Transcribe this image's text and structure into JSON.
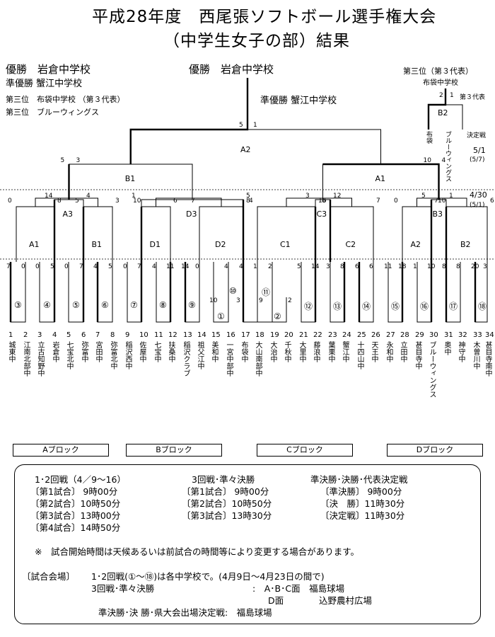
{
  "title": {
    "line1": "平成28年度　西尾張ソフトボール選手権大会",
    "line2": "（中学生女子の部）結果"
  },
  "results": {
    "winner": "優勝　岩倉中学校",
    "runner_up": "準優勝 蟹江中学校",
    "third1": "第三位　布袋中学校 （第３代表）",
    "third2": "第三位　ブルーウィングス",
    "winner_center": "優勝　岩倉中学校",
    "runner_up_center": "準優勝 蟹江中学校"
  },
  "third_place": {
    "title": "第三位（第３代表）",
    "school": "布袋中学校",
    "score_left": "2",
    "score_right": "1",
    "label": "第３代表",
    "label2": "決定戦",
    "match": "B2",
    "team_a": "布袋",
    "team_b": "ブルーウィングス"
  },
  "dates": {
    "d1": "5/1",
    "d1b": "(5/7)",
    "d2": "4/30",
    "d2b": "(5/1)"
  },
  "bracket": {
    "final": {
      "label": "A2",
      "s_left": "5",
      "s_right": "1"
    },
    "semi_left": {
      "label": "B1",
      "s_left": "5",
      "s_right": "3"
    },
    "semi_right": {
      "label": "A1",
      "s_left": "10",
      "s_right": "4"
    },
    "qf": [
      {
        "label": "A3",
        "s_left": "14",
        "s_right": "4"
      },
      {
        "label": "D3",
        "s_left": "1",
        "s_right": "5"
      },
      {
        "label": "C3",
        "s_left": "3",
        "s_right": "12"
      },
      {
        "label": "B3",
        "s_left": "5",
        "s_right": "1"
      }
    ],
    "r3": [
      {
        "label": "A1",
        "s_left": "0",
        "s_right": "8"
      },
      {
        "label": "B1",
        "s_left": "5",
        "s_right": "3"
      },
      {
        "label": "D1",
        "s_left": "10",
        "s_right": "6"
      },
      {
        "label": "D2",
        "s_left": "7",
        "s_right": "8"
      },
      {
        "label": "C1",
        "s_left": "4",
        "s_right": "16"
      },
      {
        "label": "C2",
        "s_left": "8",
        "s_right": "7"
      },
      {
        "label": "A2",
        "s_left": "0",
        "s_right": "7"
      },
      {
        "label": "B2",
        "s_left": "10",
        "s_right": "6"
      }
    ],
    "r1_scores": [
      "7",
      "0",
      "0",
      "5",
      "0",
      "7",
      "4",
      "5",
      "0",
      "7",
      "4",
      "11",
      "14",
      "0",
      "4",
      "4",
      "1",
      "2",
      "5",
      "14",
      "3",
      "8",
      "6",
      "6",
      "11",
      "18",
      "1",
      "10",
      "8",
      "8",
      "20",
      "3"
    ],
    "mini_scores": {
      "s10a": "10",
      "s10b": "3",
      "s11a": "9",
      "s11b": "2"
    },
    "circle_nums": [
      "③",
      "④",
      "⑤",
      "⑥",
      "⑦",
      "⑧",
      "⑨",
      "⑩",
      "①",
      "⑪",
      "②",
      "⑫",
      "⑬",
      "⑭",
      "⑮",
      "⑯",
      "⑰",
      "⑱"
    ],
    "teams": [
      {
        "num": "1",
        "name": "城東中"
      },
      {
        "num": "2",
        "name": "江南北部中"
      },
      {
        "num": "3",
        "name": "立古知野中"
      },
      {
        "num": "4",
        "name": "岩倉中"
      },
      {
        "num": "5",
        "name": "七宝北中"
      },
      {
        "num": "6",
        "name": "弥富中"
      },
      {
        "num": "7",
        "name": "宮田中"
      },
      {
        "num": "8",
        "name": "弥富北中"
      },
      {
        "num": "9",
        "name": "稲沢西中"
      },
      {
        "num": "10",
        "name": "佐屋中"
      },
      {
        "num": "11",
        "name": "七宝中"
      },
      {
        "num": "12",
        "name": "扶桑中"
      },
      {
        "num": "13",
        "name": "稲沢クラブ"
      },
      {
        "num": "14",
        "name": "祖父江中"
      },
      {
        "num": "15",
        "name": "美和中"
      },
      {
        "num": "16",
        "name": "一宮中部中"
      },
      {
        "num": "17",
        "name": "布袋中"
      },
      {
        "num": "18",
        "name": "大山南部中"
      },
      {
        "num": "19",
        "name": "大治中"
      },
      {
        "num": "20",
        "name": "千秋中"
      },
      {
        "num": "21",
        "name": "大里中"
      },
      {
        "num": "22",
        "name": "藤浪中"
      },
      {
        "num": "23",
        "name": "葉栗中"
      },
      {
        "num": "24",
        "name": "蟹江中"
      },
      {
        "num": "25",
        "name": "十四山中"
      },
      {
        "num": "26",
        "name": "天王中"
      },
      {
        "num": "27",
        "name": "永和中"
      },
      {
        "num": "28",
        "name": "立田中"
      },
      {
        "num": "29",
        "name": "甚目寺中"
      },
      {
        "num": "30",
        "name": "ブルーウィングス"
      },
      {
        "num": "31",
        "name": "奥中"
      },
      {
        "num": "32",
        "name": "神守中"
      },
      {
        "num": "33",
        "name": "木曽川中"
      },
      {
        "num": "34",
        "name": "甚目寺南中"
      }
    ]
  },
  "blocks": [
    "Aブロック",
    "Bブロック",
    "Cブロック",
    "Dブロック"
  ],
  "schedule": {
    "col1_title": "1･2回戦（4／9～16）",
    "col1": [
      "〔第1試合〕 9時00分",
      "〔第2試合〕10時50分",
      "〔第3試合〕13時00分",
      "〔第4試合〕14時50分"
    ],
    "col2_title": "3回戦･準々決勝",
    "col2": [
      "〔第1試合〕 9時00分",
      "〔第2試合〕10時50分",
      "〔第3試合〕13時30分"
    ],
    "col3_title": "準決勝･決勝･代表決定戦",
    "col3": [
      "〔準決勝〕 9時00分",
      "〔決　勝〕11時30分",
      "〔決定戦〕11時30分"
    ],
    "note": "※　試合開始時間は天候あるいは前試合の時間等により変更する場合があります。",
    "venue_label": "〔試合会場〕",
    "venue1": "1･2回戦(①～⑱)は各中学校で。(4月9日～4月23日の間で)",
    "venue2": "3回戦･準々決勝",
    "venue2_val": ":　A･B･C面　福島球場",
    "venue3_sub": "D面",
    "venue3_val": "込野農村広場",
    "venue4": "準決勝･決 勝･県大会出場決定戦:　福島球場"
  }
}
